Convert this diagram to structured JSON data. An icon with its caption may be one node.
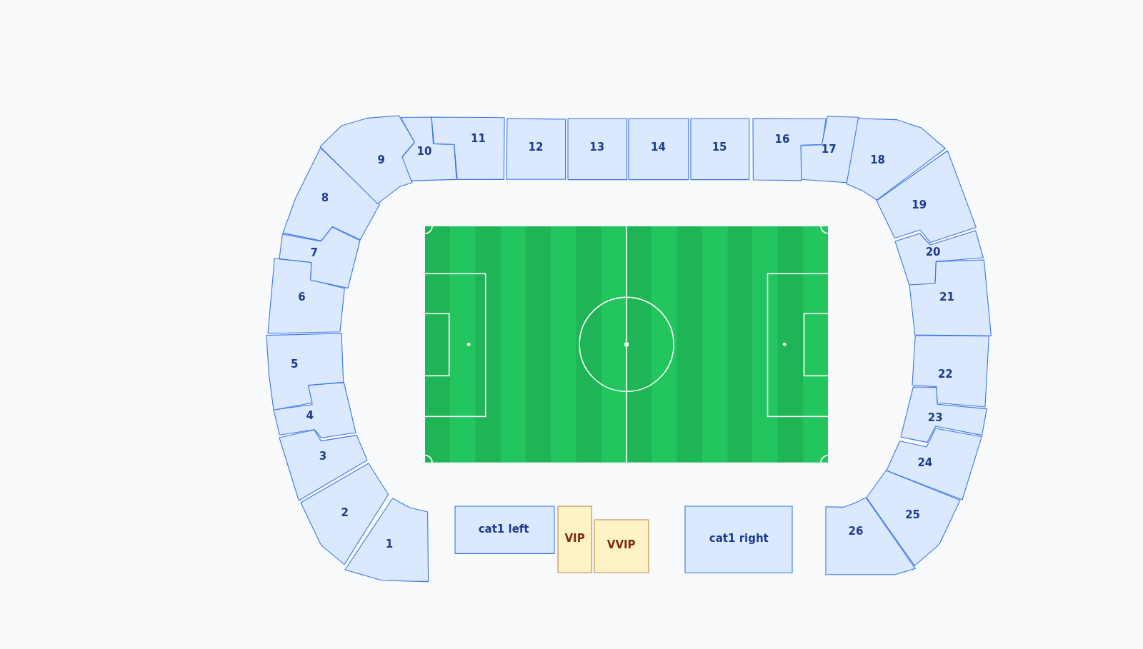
{
  "diagram": {
    "nodes": [
      {
        "text": [
          "1"
        ]
      },
      {
        "text": [
          "2"
        ]
      },
      {
        "text": [
          "3"
        ]
      },
      {
        "text": [
          "4"
        ]
      },
      {
        "text": [
          "5"
        ]
      },
      {
        "text": [
          "6"
        ]
      },
      {
        "text": [
          "7"
        ]
      },
      {
        "text": [
          "8"
        ]
      },
      {
        "text": [
          "9"
        ]
      },
      {
        "text": [
          "10"
        ]
      },
      {
        "text": [
          "11"
        ]
      },
      {
        "text": [
          "12"
        ]
      },
      {
        "text": [
          "13"
        ]
      },
      {
        "text": [
          "14"
        ]
      },
      {
        "text": [
          "15"
        ]
      },
      {
        "text": [
          "16"
        ]
      },
      {
        "text": [
          "17"
        ]
      },
      {
        "text": [
          "18"
        ]
      },
      {
        "text": [
          "19"
        ]
      },
      {
        "text": [
          "20"
        ]
      },
      {
        "text": [
          "21"
        ]
      },
      {
        "text": [
          "22"
        ]
      },
      {
        "text": [
          "23"
        ]
      },
      {
        "text": [
          "24"
        ]
      },
      {
        "text": [
          "25"
        ]
      },
      {
        "text": [
          "26"
        ]
      },
      {
        "text": [
          "cat1 left"
        ]
      },
      {
        "text": [
          "VIP"
        ]
      },
      {
        "text": [
          "VVIP"
        ]
      },
      {
        "text": [
          "cat1 right"
        ]
      }
    ]
  }
}
